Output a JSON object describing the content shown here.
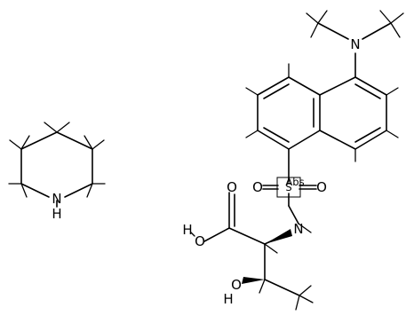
{
  "molecules": {
    "piperidine": {
      "n_label": "N",
      "h_label": "H"
    },
    "dansyl_threonine": {
      "amine_n_label": "N",
      "sulfonyl_label": "S",
      "sulfonyl_o_left": "O",
      "sulfonyl_o_right": "O",
      "sulfonyl_overlay": "Abs",
      "amide_nh_label": "N",
      "carboxyl_o_label": "O",
      "hydroxyl_label": "O",
      "hydroxyl_h_label": "H",
      "acid_h_label": "H"
    }
  }
}
